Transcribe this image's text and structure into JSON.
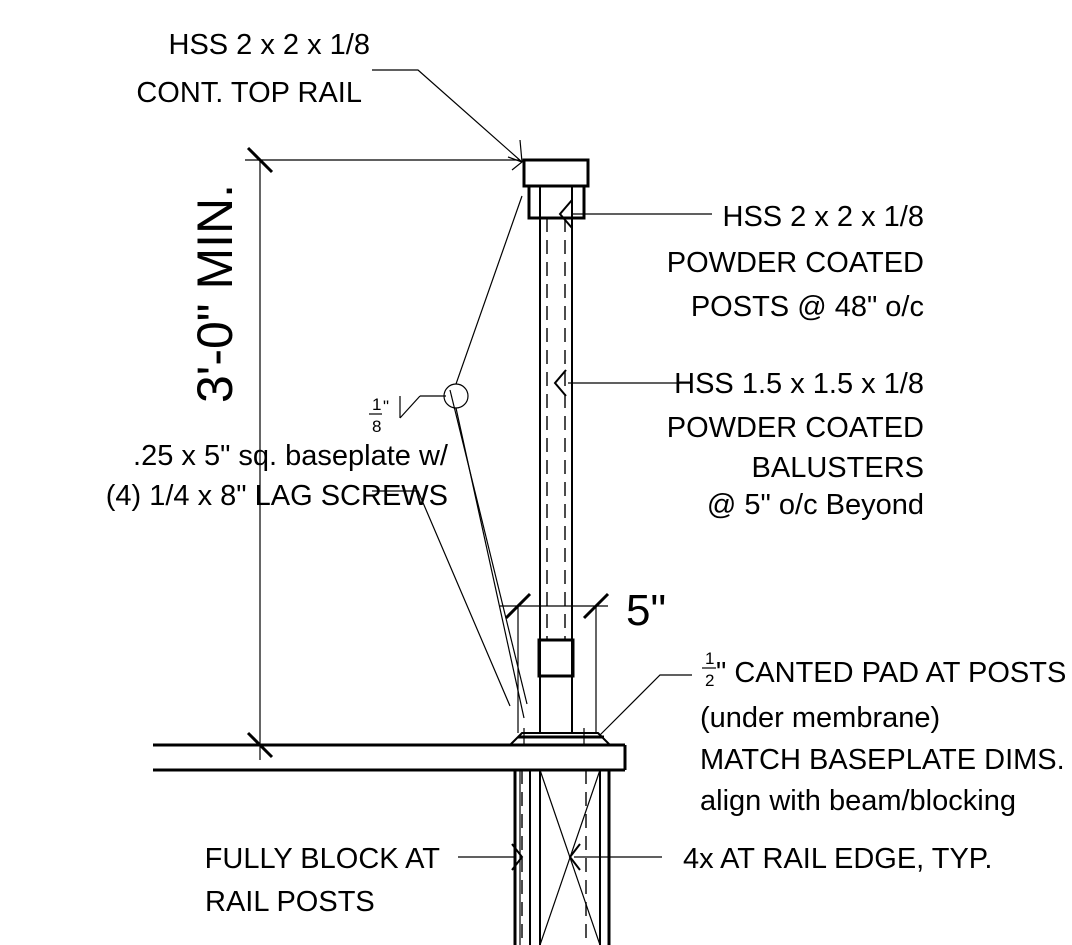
{
  "labels": {
    "top_rail": [
      "HSS 2 x 2 x 1/8",
      "CONT. TOP RAIL"
    ],
    "posts": [
      "HSS 2 x 2 x 1/8",
      "POWDER COATED",
      "POSTS @ 48\" o/c"
    ],
    "balusters": [
      "HSS 1.5 x 1.5 x 1/8",
      "POWDER COATED",
      "BALUSTERS",
      "@ 5\" o/c Beyond"
    ],
    "baseplate": [
      ".25 x 5\" sq. baseplate w/",
      "(4) 1/4 x 8\" LAG SCREWS"
    ],
    "pad": {
      "frac_num": "1",
      "frac_den": "2",
      "line1_suffix": "\" CANTED PAD AT POSTS",
      "lines": [
        "(under membrane)",
        "MATCH BASEPLATE DIMS.",
        "align with beam/blocking"
      ]
    },
    "blocking": [
      "FULLY BLOCK AT",
      "RAIL POSTS"
    ],
    "rail_edge": "4x AT RAIL EDGE, TYP.",
    "dim_height": "3'-0\" MIN.",
    "dim_width": "5\"",
    "weld": {
      "frac_num": "1",
      "suffix": "\"",
      "frac_den": "8"
    }
  }
}
